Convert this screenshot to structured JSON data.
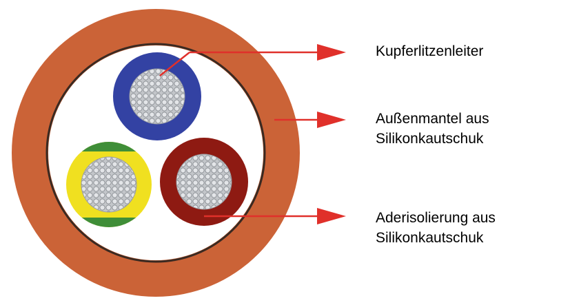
{
  "labels": {
    "conductor": "Kupferlitzenleiter",
    "outer_jacket_line1": "Außenmantel aus",
    "outer_jacket_line2": "Silikonkautschuk",
    "core_insulation_line1": "Aderisolierung aus",
    "core_insulation_line2": "Silikonkautschuk"
  },
  "colors": {
    "outer_jacket": "#CB6337",
    "sheath_line": "#3A2A22",
    "filler": "#FFFFFF",
    "core_blue": "#3342A3",
    "core_yellow": "#F0E020",
    "core_green": "#3F8E38",
    "core_brown": "#8E1A12",
    "copper_strands": "#B9BCC0",
    "arrow": "#E0302A",
    "leader_line": "#E0302A"
  },
  "icons": {
    "arrow": "arrow-right-icon"
  }
}
